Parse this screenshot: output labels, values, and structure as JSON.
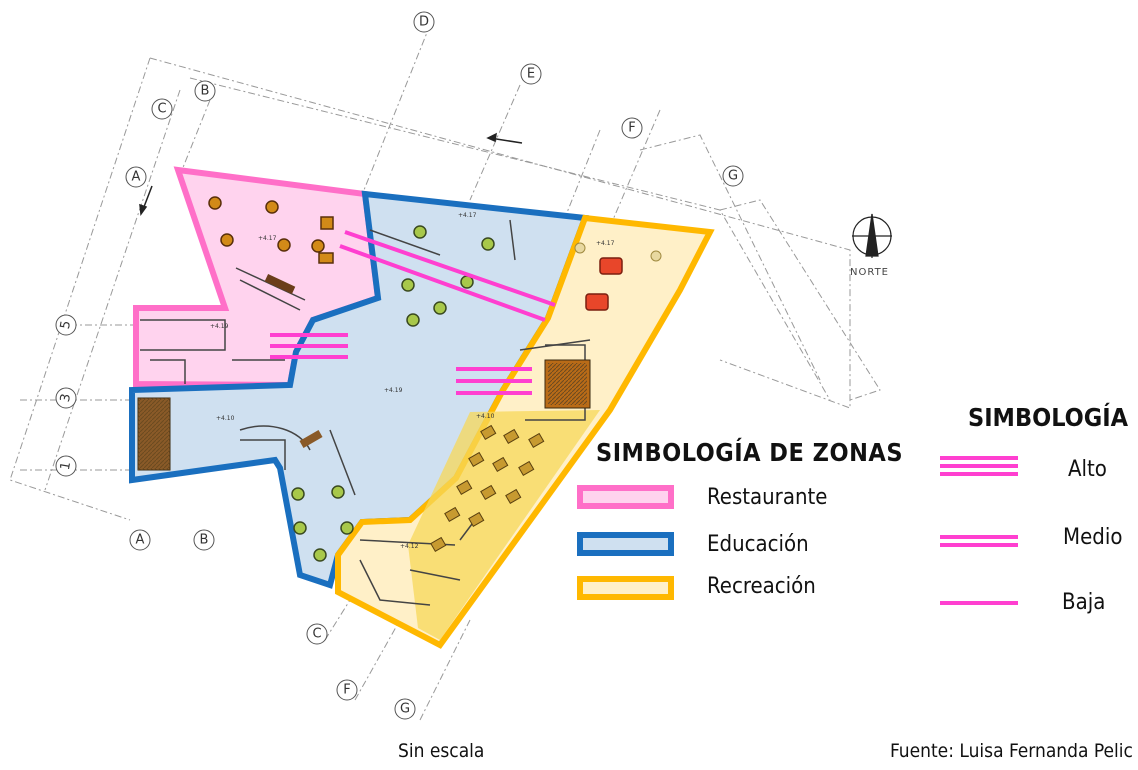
{
  "diagram": {
    "grid_labels": [
      "D",
      "E",
      "F",
      "G",
      "C",
      "B",
      "A",
      "5",
      "3",
      "1",
      "A",
      "B",
      "C",
      "F",
      "G"
    ],
    "room_labels": [
      "+4.17",
      "+4.17",
      "+4.19",
      "+4.10",
      "+4.19",
      "+4.17",
      "+4.10",
      "+4.12"
    ],
    "north_label": "NORTE"
  },
  "legend_zones": {
    "title": "SIMBOLOGÍA  DE ZONAS",
    "items": [
      {
        "label": "Restaurante",
        "fill": "#ffd3ee",
        "border": "#ff6fc8"
      },
      {
        "label": "Educación",
        "fill": "#cfe0f0",
        "border": "#1a6fbf"
      },
      {
        "label": "Recreación",
        "fill": "#fff0c8",
        "border": "#ffb800"
      }
    ]
  },
  "legend_levels": {
    "title": "SIMBOLOGÍA",
    "color": "#ff3fd0",
    "items": [
      {
        "label": "Alto",
        "lines": 3
      },
      {
        "label": "Medio",
        "lines": 2
      },
      {
        "label": "Baja",
        "lines": 1
      }
    ]
  },
  "footer": {
    "scale_note": "Sin escala",
    "source": "Fuente: Luisa Fernanda Pelic"
  }
}
